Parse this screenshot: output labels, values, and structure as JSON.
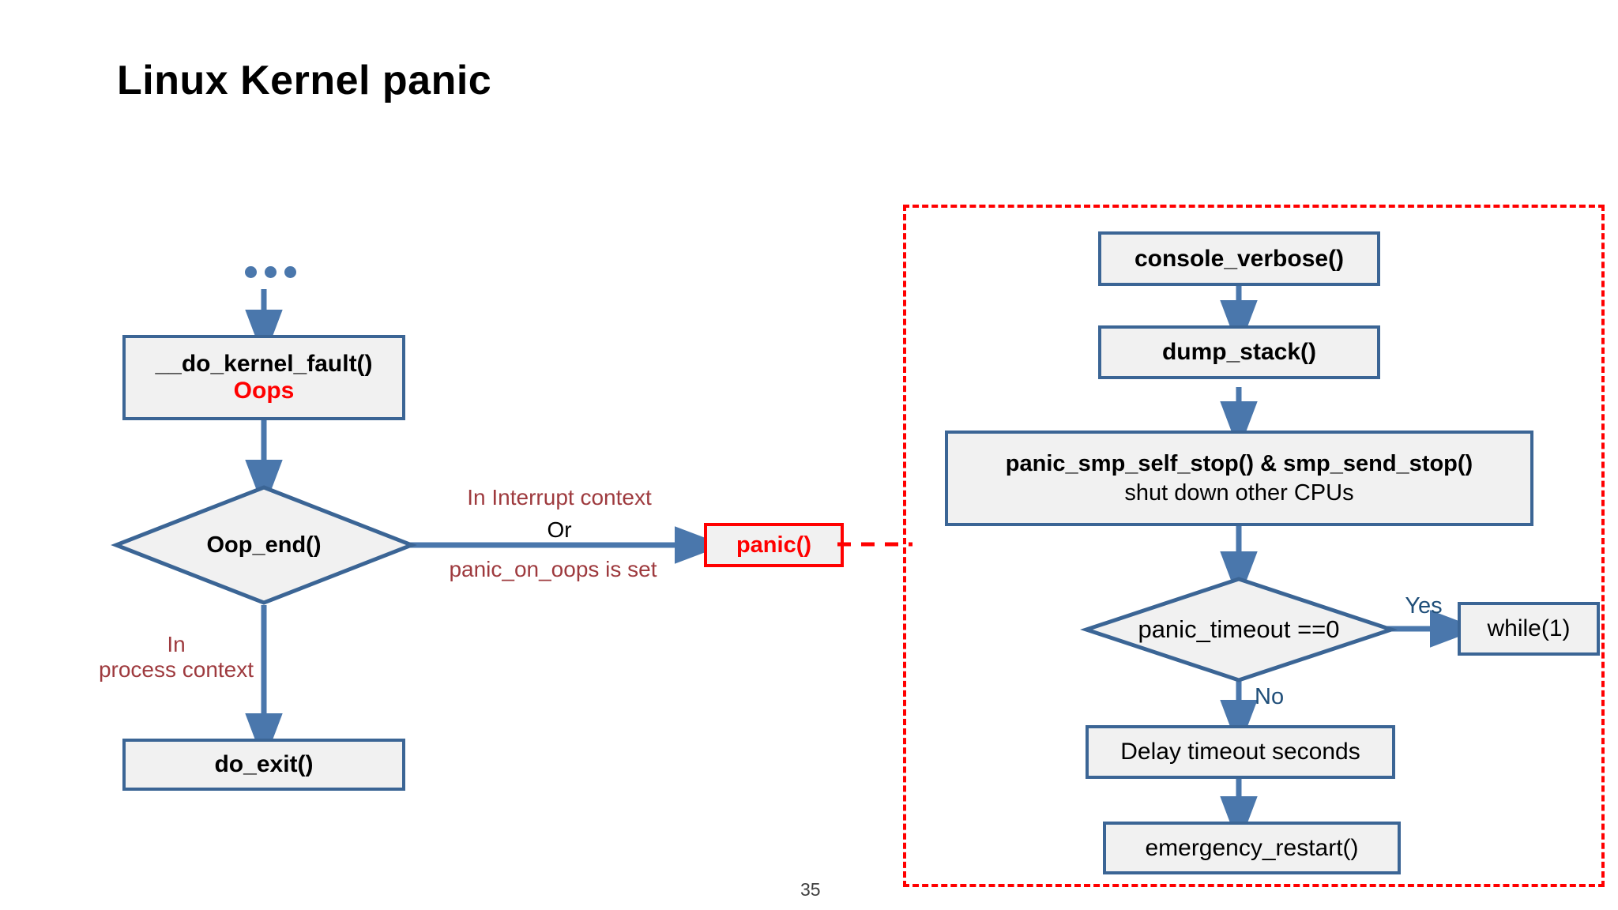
{
  "slide": {
    "title": "Linux Kernel panic",
    "page_number": "35",
    "colors": {
      "node_fill": "#F1F1F1",
      "node_border": "#3B6595",
      "arrow": "#4A77AC",
      "accent_red": "#FF0000",
      "label_dark_red": "#9E3A3E",
      "label_blue": "#1F4E79"
    }
  },
  "left_flow": {
    "ellipsis": "•••",
    "nodes": [
      {
        "id": "do-kernel-fault",
        "line1": "__do_kernel_fault()",
        "line2": "Oops"
      },
      {
        "id": "oop-end",
        "label": "Oop_end()",
        "shape": "diamond"
      },
      {
        "id": "do-exit",
        "line1": "do_exit()"
      }
    ],
    "edge_labels": {
      "interrupt_context": "In Interrupt context",
      "or": "Or",
      "panic_on_oops": "panic_on_oops is set",
      "process_context_line1": "In",
      "process_context_line2": "process context"
    },
    "panic_node": {
      "label": "panic()"
    }
  },
  "right_flow": {
    "nodes": [
      {
        "id": "console-verbose",
        "line1": "console_verbose()"
      },
      {
        "id": "dump-stack",
        "line1": "dump_stack()"
      },
      {
        "id": "smp-stop",
        "line1": "panic_smp_self_stop() & smp_send_stop()",
        "line2": "shut down other CPUs"
      },
      {
        "id": "panic-timeout",
        "label": "panic_timeout ==0",
        "shape": "diamond"
      },
      {
        "id": "while-1",
        "line1": "while(1)"
      },
      {
        "id": "delay-timeout",
        "line1": "Delay timeout seconds"
      },
      {
        "id": "emergency-restart",
        "line1": "emergency_restart()"
      }
    ],
    "edge_labels": {
      "yes": "Yes",
      "no": "No"
    }
  }
}
